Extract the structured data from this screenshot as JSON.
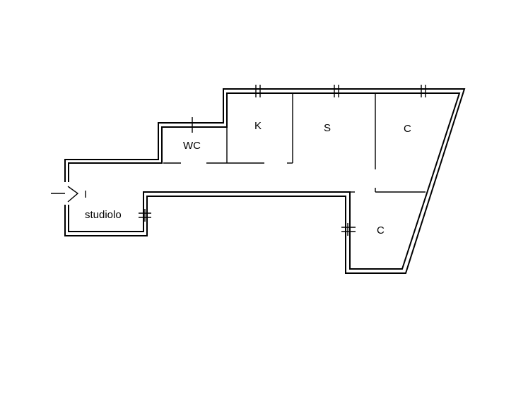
{
  "floorplan": {
    "entrance_label": "I",
    "rooms": {
      "wc": "WC",
      "kitchen": "K",
      "living": "S",
      "bedroom_upper": "C",
      "bedroom_lower": "C",
      "studio": "studiolo"
    }
  }
}
